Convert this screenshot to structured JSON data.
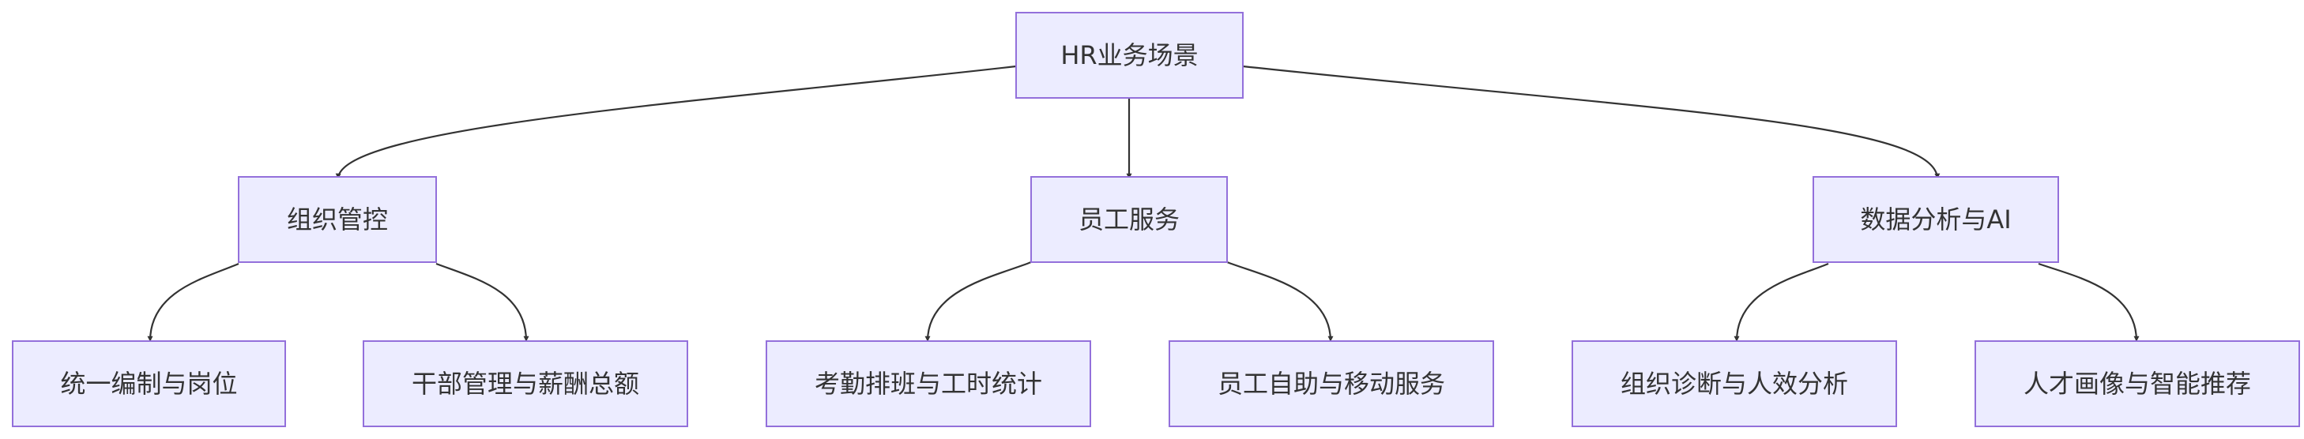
{
  "diagram": {
    "type": "flowchart-tree",
    "colors": {
      "node_fill": "#ECECFF",
      "node_border": "#9370DB",
      "text": "#333333",
      "edge": "#333333"
    },
    "nodes": {
      "root": {
        "label": "HR业务场景"
      },
      "org": {
        "label": "组织管控"
      },
      "emp": {
        "label": "员工服务"
      },
      "data": {
        "label": "数据分析与AI"
      },
      "org_1": {
        "label": "统一编制与岗位"
      },
      "org_2": {
        "label": "干部管理与薪酬总额"
      },
      "emp_1": {
        "label": "考勤排班与工时统计"
      },
      "emp_2": {
        "label": "员工自助与移动服务"
      },
      "data_1": {
        "label": "组织诊断与人效分析"
      },
      "data_2": {
        "label": "人才画像与智能推荐"
      }
    },
    "edges": [
      {
        "from": "root",
        "to": "org"
      },
      {
        "from": "root",
        "to": "emp"
      },
      {
        "from": "root",
        "to": "data"
      },
      {
        "from": "org",
        "to": "org_1"
      },
      {
        "from": "org",
        "to": "org_2"
      },
      {
        "from": "emp",
        "to": "emp_1"
      },
      {
        "from": "emp",
        "to": "emp_2"
      },
      {
        "from": "data",
        "to": "data_1"
      },
      {
        "from": "data",
        "to": "data_2"
      }
    ]
  }
}
